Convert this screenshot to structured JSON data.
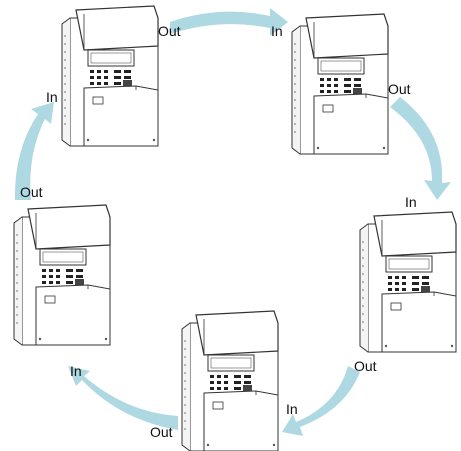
{
  "colors": {
    "arrow": "#aed9e3",
    "line": "#333333",
    "panel": "#ffffff"
  },
  "units": [
    {
      "name": "unit-top-left"
    },
    {
      "name": "unit-top-right"
    },
    {
      "name": "unit-right"
    },
    {
      "name": "unit-bottom"
    },
    {
      "name": "unit-left"
    }
  ],
  "labels": {
    "top_left_out": "Out",
    "top_right_in": "In",
    "top_right_out": "Out",
    "right_in": "In",
    "right_out": "Out",
    "bottom_in": "In",
    "bottom_out": "Out",
    "left_in": "In",
    "left_out": "Out",
    "top_left_in": "In"
  }
}
